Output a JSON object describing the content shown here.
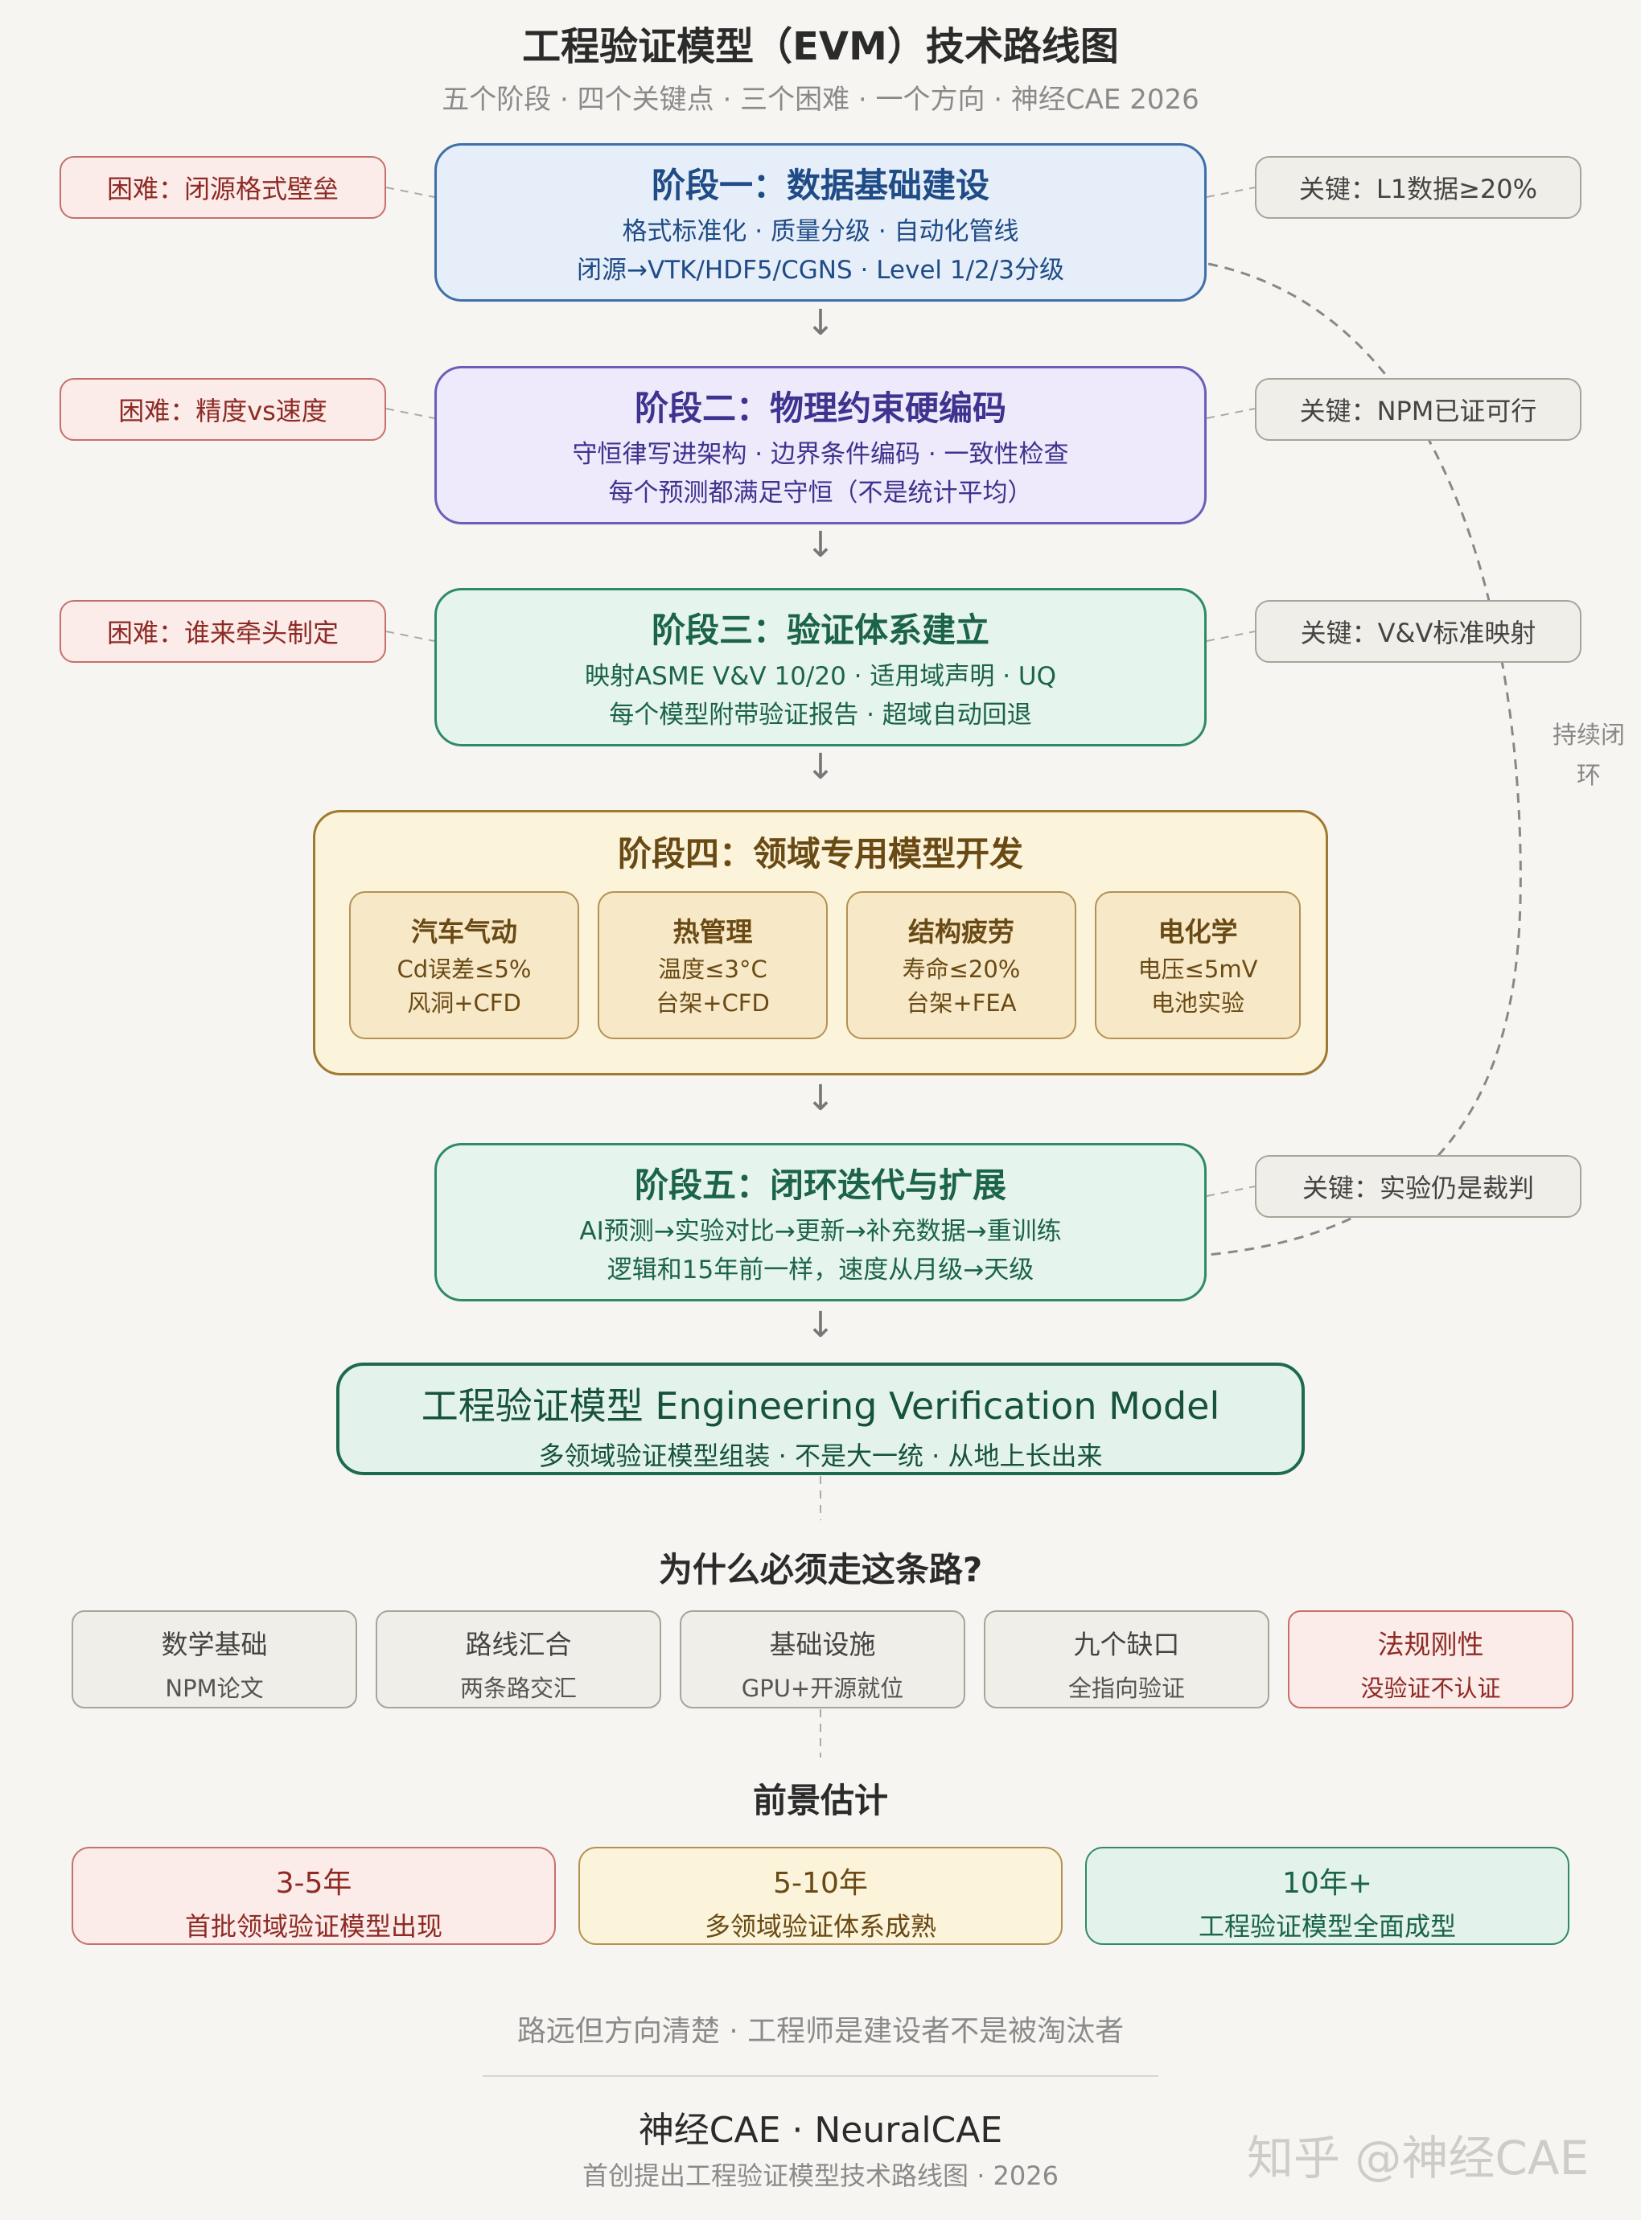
{
  "header": {
    "title": "工程验证模型（EVM）技术路线图",
    "subtitle": "五个阶段 · 四个关键点 · 三个困难 · 一个方向 · 神经CAE 2026"
  },
  "stages": [
    {
      "title": "阶段一：数据基础建设",
      "line1": "格式标准化 · 质量分级 · 自动化管线",
      "line2": "闭源→VTK/HDF5/CGNS · Level 1/2/3分级"
    },
    {
      "title": "阶段二：物理约束硬编码",
      "line1": "守恒律写进架构 · 边界条件编码 · 一致性检查",
      "line2": "每个预测都满足守恒（不是统计平均）"
    },
    {
      "title": "阶段三：验证体系建立",
      "line1": "映射ASME V&V 10/20 · 适用域声明 · UQ",
      "line2": "每个模型附带验证报告 · 超域自动回退"
    },
    {
      "title": "阶段四：领域专用模型开发"
    },
    {
      "title": "阶段五：闭环迭代与扩展",
      "line1": "AI预测→实验对比→更新→补充数据→重训练",
      "line2": "逻辑和15年前一样，速度从月级→天级"
    }
  ],
  "domains": [
    {
      "name": "汽车气动",
      "metric": "Cd误差≤5%",
      "validation": "风洞+CFD"
    },
    {
      "name": "热管理",
      "metric": "温度≤3°C",
      "validation": "台架+CFD"
    },
    {
      "name": "结构疲劳",
      "metric": "寿命≤20%",
      "validation": "台架+FEA"
    },
    {
      "name": "电化学",
      "metric": "电压≤5mV",
      "validation": "电池实验"
    }
  ],
  "difficulties": [
    "困难：闭源格式壁垒",
    "困难：精度vs速度",
    "困难：谁来牵头制定"
  ],
  "keys": [
    "关键：L1数据≥20%",
    "关键：NPM已证可行",
    "关键：V&V标准映射",
    "关键：实验仍是裁判"
  ],
  "loop_label": "持续闭环",
  "arrow_glyph": "↓",
  "evm": {
    "title": "工程验证模型 Engineering Verification Model",
    "subtitle": "多领域验证模型组装 · 不是大一统 · 从地上长出来"
  },
  "why": {
    "title": "为什么必须走这条路?",
    "items": [
      {
        "title": "数学基础",
        "desc": "NPM论文"
      },
      {
        "title": "路线汇合",
        "desc": "两条路交汇"
      },
      {
        "title": "基础设施",
        "desc": "GPU+开源就位"
      },
      {
        "title": "九个缺口",
        "desc": "全指向验证"
      },
      {
        "title": "法规刚性",
        "desc": "没验证不认证"
      }
    ]
  },
  "forecast": {
    "title": "前景估计",
    "items": [
      {
        "period": "3-5年",
        "desc": "首批领域验证模型出现"
      },
      {
        "period": "5-10年",
        "desc": "多领域验证体系成熟"
      },
      {
        "period": "10年+",
        "desc": "工程验证模型全面成型"
      }
    ]
  },
  "footer": {
    "motto": "路远但方向清楚 · 工程师是建设者不是被淘汰者",
    "brand": "神经CAE · NeuralCAE",
    "note": "首创提出工程验证模型技术路线图 · 2026",
    "watermark": "知乎 @神经CAE"
  },
  "colors": {
    "background": "#f7f5f1",
    "stage1": "#3e6fa8",
    "stage2": "#6a5fb8",
    "stage3": "#2f8a68",
    "stage4": "#a07830",
    "difficulty": "#c6706a",
    "key": "#a8a49a"
  }
}
